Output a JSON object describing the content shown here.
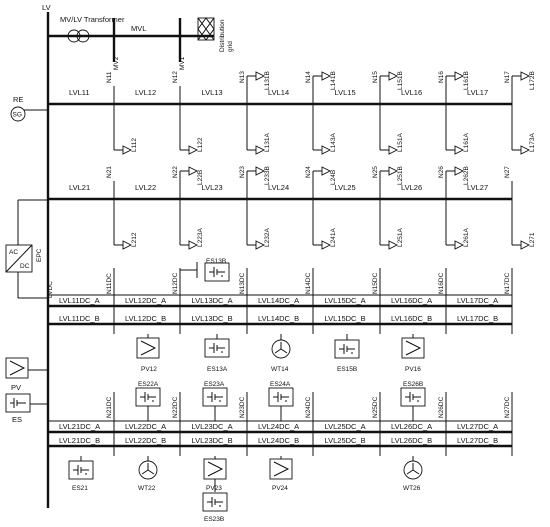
{
  "header": {
    "lv": "LV",
    "transformer": "MV/LV Transformer",
    "mvl": "MVL",
    "mv2": "MV2",
    "mv1": "MV1",
    "grid_line1": "Distribution",
    "grid_line2": "grid"
  },
  "re": {
    "label": "RE",
    "sg": "SG"
  },
  "epc": {
    "label": "EPC",
    "ac": "AC",
    "dc": "DC"
  },
  "lvdc": "LVDC",
  "ac_row1": {
    "lines": [
      "LVL11",
      "LVL12",
      "LVL13",
      "LVL14",
      "LVL15",
      "LVL16",
      "LVL17"
    ],
    "nodes": [
      "N11",
      "N12",
      "N13",
      "N14",
      "N15",
      "N16",
      "N17"
    ],
    "loads_top": [
      "L131B",
      "L141B",
      "L151B",
      "L161B",
      "L172B"
    ],
    "loads_bottom": [
      "L112",
      "L122",
      "L131A",
      "L143A",
      "L151A",
      "L161A",
      "L173A"
    ]
  },
  "ac_row2": {
    "lines": [
      "LVL21",
      "LVL22",
      "LVL23",
      "LVL24",
      "LVL25",
      "LVL26",
      "LVL27"
    ],
    "nodes": [
      "N21",
      "N22",
      "N23",
      "N24",
      "N25",
      "N26",
      "N27"
    ],
    "loads_top": [
      "L22B",
      "L233B",
      "L24B",
      "L251B",
      "L262B"
    ],
    "loads_bottom": [
      "L212",
      "L223A",
      "L232A",
      "L241A",
      "L251A",
      "L261A",
      "L271"
    ]
  },
  "dc_row1": {
    "nodes": [
      "N11DC",
      "N12DC",
      "N13DC",
      "N14DC",
      "N15DC",
      "N16DC",
      "N17DC"
    ],
    "lines_a": [
      "LVL11DC_A",
      "LVL12DC_A",
      "LVL13DC_A",
      "LVL14DC_A",
      "LVL15DC_A",
      "LVL16DC_A",
      "LVL17DC_A"
    ],
    "lines_b": [
      "LVL11DC_B",
      "LVL12DC_B",
      "LVL13DC_B",
      "LVL14DC_B",
      "LVL15DC_B",
      "LVL16DC_B",
      "LVL17DC_B"
    ],
    "devices": [
      "ES13B",
      "PV12",
      "ES13A",
      "WT14",
      "ES15B",
      "PV16"
    ]
  },
  "dc_row2": {
    "nodes": [
      "N21DC",
      "N22DC",
      "N23DC",
      "N24DC",
      "N25DC",
      "N26DC",
      "N27DC"
    ],
    "lines_a": [
      "LVL21DC_A",
      "LVL22DC_A",
      "LVL23DC_A",
      "LVL24DC_A",
      "LVL25DC_A",
      "LVL26DC_A",
      "LVL27DC_A"
    ],
    "lines_b": [
      "LVL21DC_B",
      "LVL22DC_B",
      "LVL23DC_B",
      "LVL24DC_B",
      "LVL25DC_B",
      "LVL26DC_B",
      "LVL27DC_B"
    ],
    "devices_top": [
      "ES22A",
      "ES23A",
      "ES24A",
      "ES26B"
    ],
    "devices_bottom": [
      "ES21",
      "WT22",
      "PV23",
      "PV24",
      "WT26",
      "ES23B"
    ]
  },
  "left_devices": {
    "pv": "PV",
    "es": "ES"
  }
}
